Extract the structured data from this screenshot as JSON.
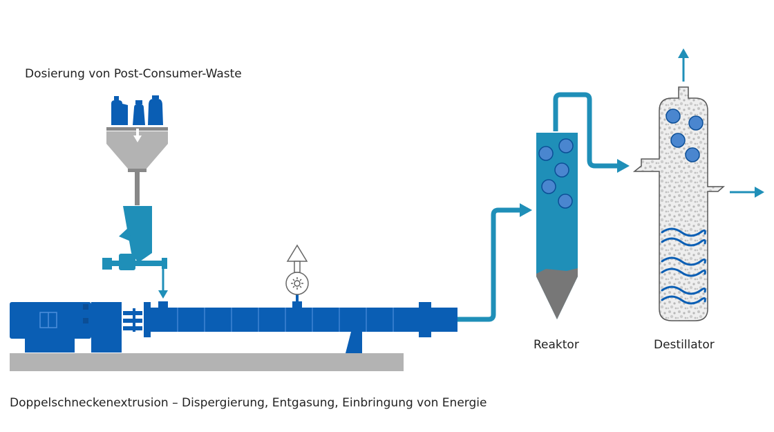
{
  "labels": {
    "dosing": "Dosierung von Post-Consumer-Waste",
    "reactor": "Reaktor",
    "distiller": "Destillator",
    "extrusion": "Doppelschneckenextrusion – Dispergierung, Entgasung, Einbringung von Energie"
  },
  "colors": {
    "machine_blue": "#0a5eb4",
    "pipe_teal": "#1f8fb8",
    "gray": "#a8a8a8",
    "dark_gray": "#7a7a7a",
    "bubble_fill": "#4a86cf"
  },
  "icons": [
    "bottle-icon",
    "vacuum-pump-icon",
    "arrow-up-icon",
    "arrow-right-icon"
  ]
}
